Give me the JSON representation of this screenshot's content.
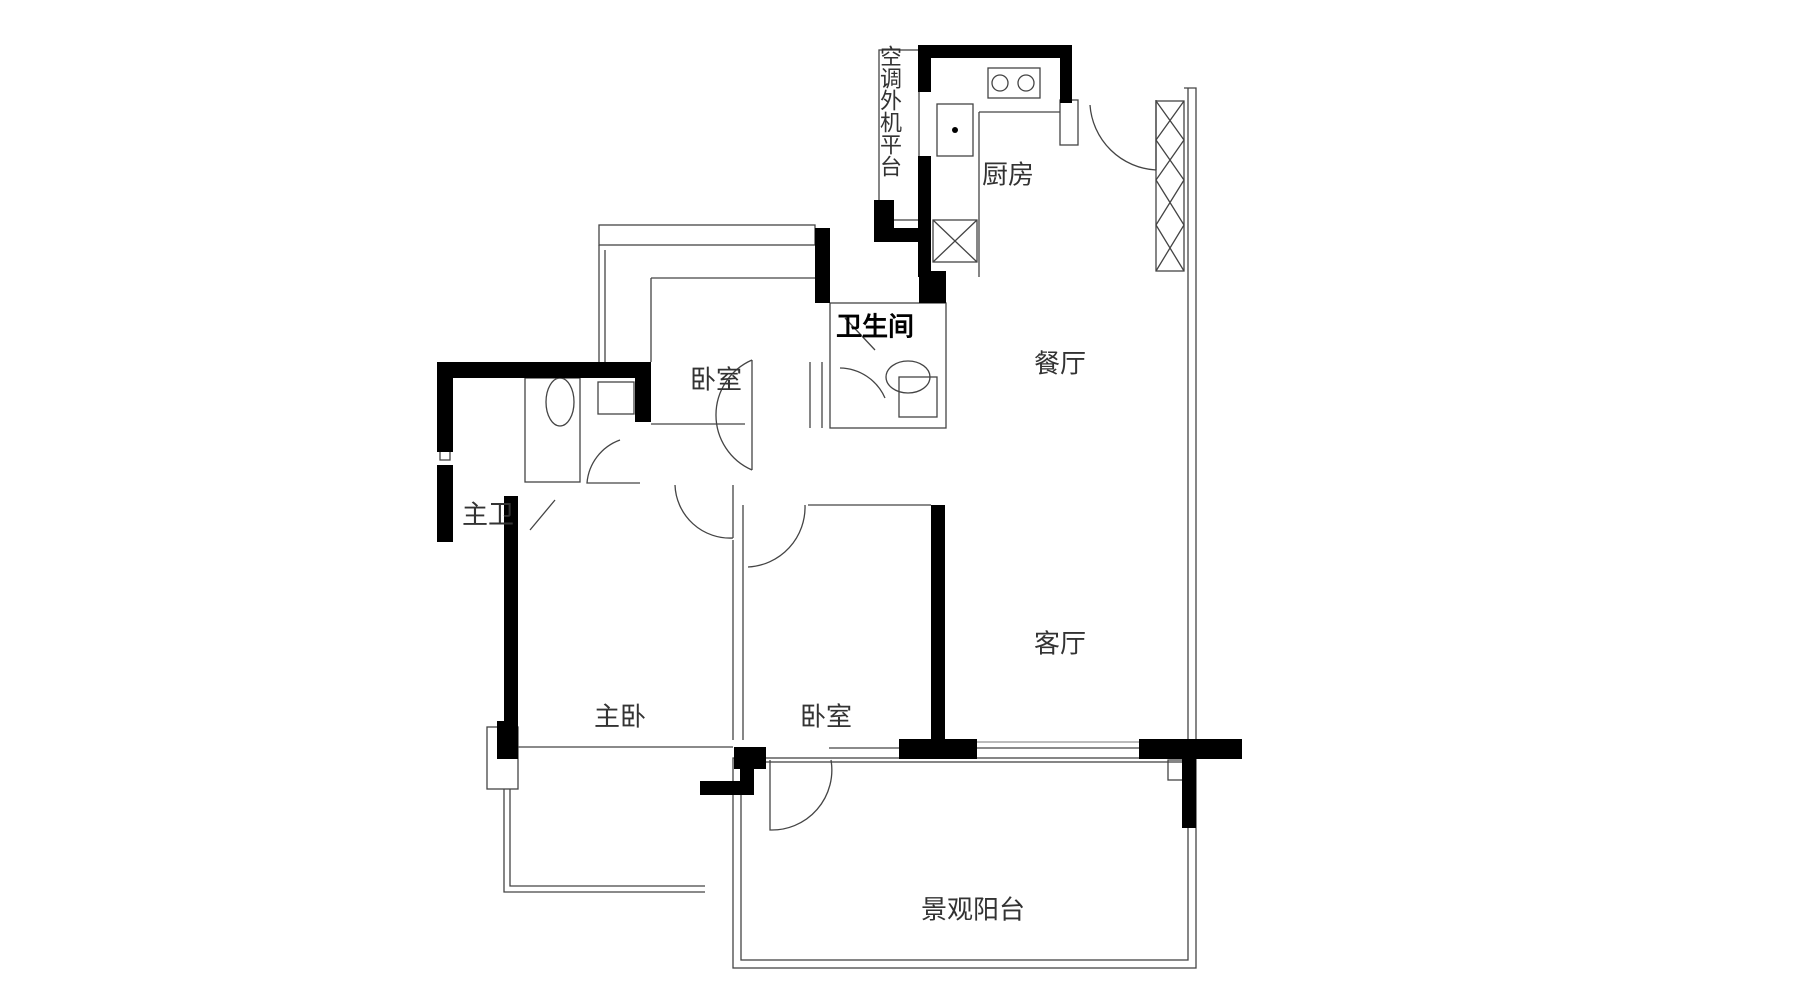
{
  "rooms": {
    "kitchen": "厨房",
    "ac_platform": "空调外机平台",
    "bathroom": "卫生间",
    "dining": "餐厅",
    "bedroom_north": "卧室",
    "master_bath": "主卫",
    "living": "客厅",
    "master_bedroom": "主卧",
    "bedroom_south": "卧室",
    "balcony": "景观阳台"
  }
}
